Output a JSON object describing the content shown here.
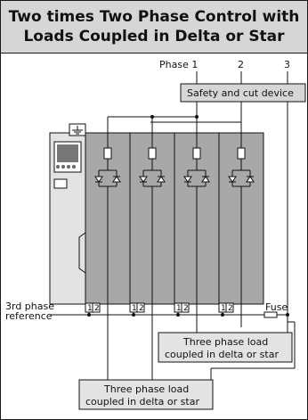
{
  "title": {
    "line1": "Two times Two Phase Control with",
    "line2": "Loads Coupled in Delta or Star"
  },
  "phases": {
    "phase1": "Phase 1",
    "phase2": "2",
    "phase3": "3"
  },
  "safety_device": "Safety and cut device",
  "third_phase_ref": {
    "line1": "3rd phase",
    "line2": "reference"
  },
  "fuse": "Fuse",
  "terminal_labels": [
    "1",
    "2"
  ],
  "load_right": {
    "line1": "Three phase load",
    "line2": "coupled in delta or star"
  },
  "load_left": {
    "line1": "Three phase load",
    "line2": "coupled in delta or star"
  },
  "icons": [
    "ground-icon",
    "thyristor-icon",
    "fuse-icon"
  ],
  "colors": {
    "title_background": "#d6d6d6",
    "module_fill": "#a8a8a8",
    "controller_fill": "#e3e3e3",
    "line": "#111111"
  }
}
